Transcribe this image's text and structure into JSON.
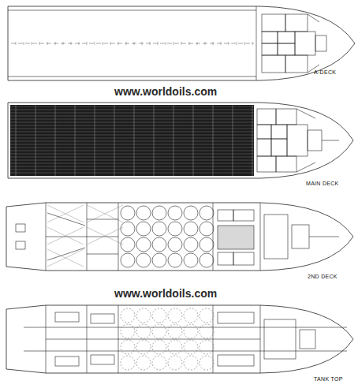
{
  "diagram": {
    "labels": [
      "A-DECK",
      "www.worldoils.com",
      "MAIN DECK",
      "2ND DECK",
      "www.worldoils.com",
      "TANK TOP"
    ]
  }
}
